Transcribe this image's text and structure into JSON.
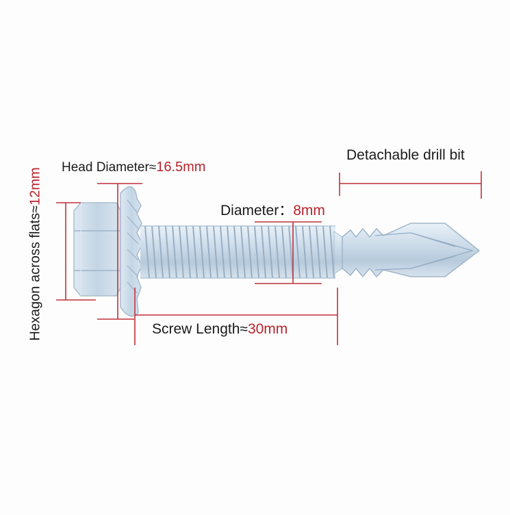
{
  "labels": {
    "head_diameter": {
      "text": "Head Diameter≈",
      "value": "16.5mm"
    },
    "diameter": {
      "text": "Diameter：",
      "value": "8mm"
    },
    "screw_length": {
      "text": "Screw Length≈",
      "value": "30mm"
    },
    "drill_bit": {
      "text": "Detachable drill bit"
    },
    "hexagon": {
      "text": "Hexagon across flats≈",
      "value": "12mm"
    }
  },
  "colors": {
    "accent_value": "#b8232a",
    "dimension_line": "#c0303a",
    "screw_body": "#c9dbea",
    "background": "#fdfdfd"
  }
}
